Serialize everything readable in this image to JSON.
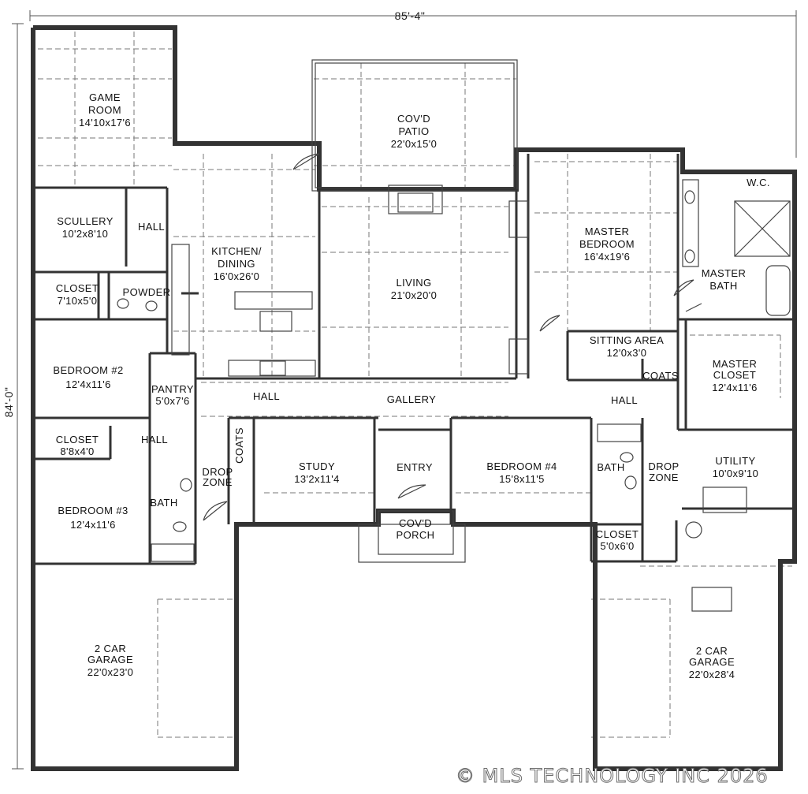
{
  "plan": {
    "dimensions": {
      "width": "85'-4\"",
      "depth": "84'-0\""
    },
    "rooms": [
      {
        "id": "game",
        "lines": [
          "GAME",
          "ROOM",
          "14'10x17'6"
        ]
      },
      {
        "id": "patio",
        "lines": [
          "COV'D",
          "PATIO",
          "22'0x15'0"
        ]
      },
      {
        "id": "scullery",
        "lines": [
          "SCULLERY",
          "10'2x8'10"
        ]
      },
      {
        "id": "hall-nw",
        "lines": [
          "HALL"
        ]
      },
      {
        "id": "kitchen",
        "lines": [
          "KITCHEN/",
          "DINING",
          "16'0x26'0"
        ]
      },
      {
        "id": "living",
        "lines": [
          "LIVING",
          "21'0x20'0"
        ]
      },
      {
        "id": "master-bed",
        "lines": [
          "MASTER",
          "BEDROOM",
          "16'4x19'6"
        ]
      },
      {
        "id": "wc",
        "lines": [
          "W.C."
        ]
      },
      {
        "id": "master-bath",
        "lines": [
          "MASTER",
          "BATH"
        ]
      },
      {
        "id": "closet-nw",
        "lines": [
          "CLOSET",
          "7'10x5'0"
        ]
      },
      {
        "id": "powder",
        "lines": [
          "POWDER"
        ]
      },
      {
        "id": "sitting",
        "lines": [
          "SITTING AREA",
          "12'0x3'0"
        ]
      },
      {
        "id": "master-closet",
        "lines": [
          "MASTER",
          "CLOSET",
          "12'4x11'6"
        ]
      },
      {
        "id": "bed2",
        "lines": [
          "BEDROOM #2",
          "12'4x11'6"
        ]
      },
      {
        "id": "pantry",
        "lines": [
          "PANTRY",
          "5'0x7'6"
        ]
      },
      {
        "id": "hall-kit",
        "lines": [
          "HALL"
        ]
      },
      {
        "id": "gallery",
        "lines": [
          "GALLERY"
        ]
      },
      {
        "id": "coats-e",
        "lines": [
          "COATS"
        ]
      },
      {
        "id": "hall-e",
        "lines": [
          "HALL"
        ]
      },
      {
        "id": "closet-w",
        "lines": [
          "CLOSET",
          "8'8x4'0"
        ]
      },
      {
        "id": "hall-w",
        "lines": [
          "HALL"
        ]
      },
      {
        "id": "coats-w",
        "lines": [
          "COATS"
        ]
      },
      {
        "id": "study",
        "lines": [
          "STUDY",
          "13'2x11'4"
        ]
      },
      {
        "id": "entry",
        "lines": [
          "ENTRY"
        ]
      },
      {
        "id": "bed4",
        "lines": [
          "BEDROOM #4",
          "15'8x11'5"
        ]
      },
      {
        "id": "bath-e",
        "lines": [
          "BATH"
        ]
      },
      {
        "id": "drop-e",
        "lines": [
          "DROP",
          "ZONE"
        ]
      },
      {
        "id": "utility",
        "lines": [
          "UTILITY",
          "10'0x9'10"
        ]
      },
      {
        "id": "drop-w",
        "lines": [
          "DROP",
          "ZONE"
        ]
      },
      {
        "id": "bed3",
        "lines": [
          "BEDROOM #3",
          "12'4x11'6"
        ]
      },
      {
        "id": "bath-w",
        "lines": [
          "BATH"
        ]
      },
      {
        "id": "porch",
        "lines": [
          "COV'D",
          "PORCH"
        ]
      },
      {
        "id": "closet-e",
        "lines": [
          "CLOSET",
          "5'0x6'0"
        ]
      },
      {
        "id": "garage-w",
        "lines": [
          "2 CAR",
          "GARAGE",
          "22'0x23'0"
        ]
      },
      {
        "id": "garage-e",
        "lines": [
          "2 CAR",
          "GARAGE",
          "22'0x28'4"
        ]
      }
    ]
  },
  "watermark": "© MLS TECHNOLOGY INC 2026"
}
